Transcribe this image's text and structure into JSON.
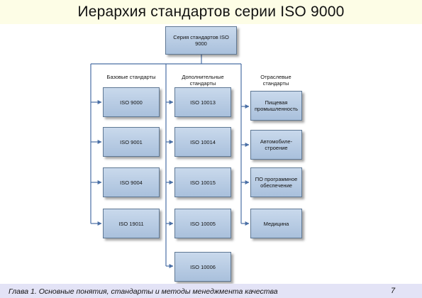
{
  "title": "Иерархия стандартов серии ISO 9000",
  "root": "Серия стандартов ISO 9000",
  "columns": {
    "base": {
      "label": "Базовые стандарты",
      "items": [
        "ISO 9000",
        "ISO 9001",
        "ISO 9004",
        "ISO 19011"
      ]
    },
    "additional": {
      "label": "Дополнительные стандарты",
      "items": [
        "ISO 10013",
        "ISO 10014",
        "ISO 10015",
        "ISO 10005",
        "ISO 10006"
      ]
    },
    "industry": {
      "label": "Отраслевые стандарты",
      "items": [
        "Пищевая промышленность",
        "Автомобиле-строение",
        "ПО программное обеспечение",
        "Медицина"
      ]
    }
  },
  "footer": "Глава 1. Основные понятия, стандарты и методы менеджмента качества",
  "page_number": "7",
  "colors": {
    "title_band": "#fdfde6",
    "footer_band": "#e3e3f6",
    "box_fill": "#b8cce4",
    "box_border": "#5f7894",
    "connector": "#4a6fa5"
  }
}
